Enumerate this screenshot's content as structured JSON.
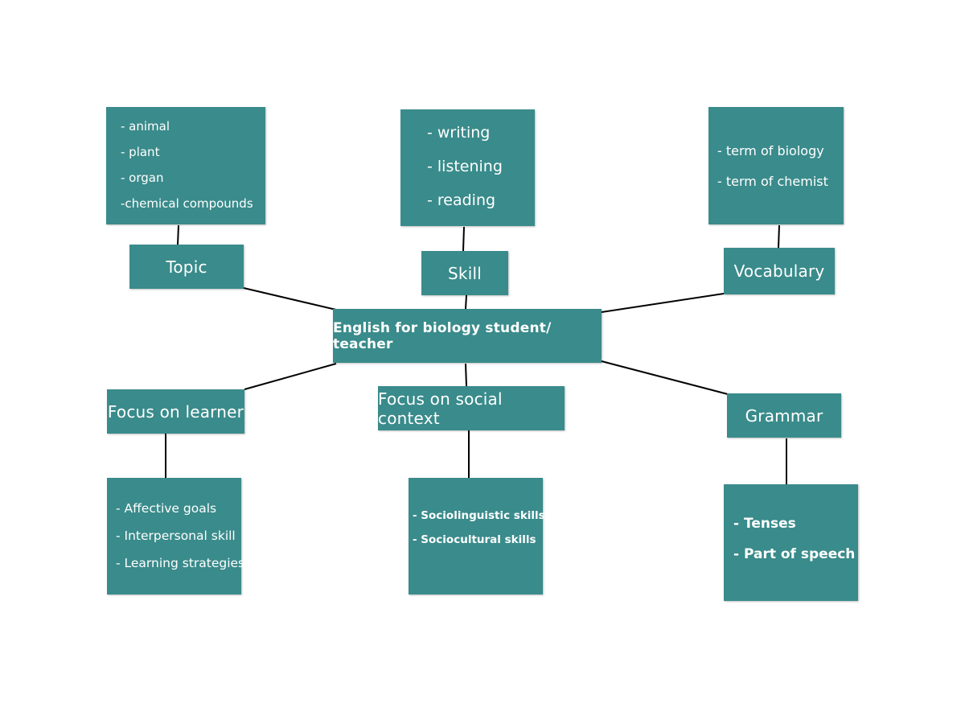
{
  "center": {
    "label": "English for biology student/ teacher"
  },
  "colors": {
    "box_fill": "#3a8b8b",
    "text": "#ffffff",
    "connector": "#000000",
    "background": "#ffffff"
  },
  "categories": {
    "topic": {
      "label": "Topic",
      "items": [
        "- animal",
        "- plant",
        "- organ",
        "-chemical compounds"
      ]
    },
    "skill": {
      "label": "Skill",
      "items": [
        "- writing",
        "- listening",
        "- reading"
      ]
    },
    "vocabulary": {
      "label": "Vocabulary",
      "items": [
        "- term of biology",
        "- term of chemist"
      ]
    },
    "focus_on_learner": {
      "label": "Focus on learner",
      "items": [
        "- Affective goals",
        "- Interpersonal skill",
        "- Learning strategies"
      ]
    },
    "focus_on_social_context": {
      "label": "Focus on social context",
      "items": [
        "- Sociolinguistic skills",
        "- Sociocultural skills"
      ]
    },
    "grammar": {
      "label": "Grammar",
      "items": [
        "- Tenses",
        "- Part of speech"
      ]
    }
  }
}
